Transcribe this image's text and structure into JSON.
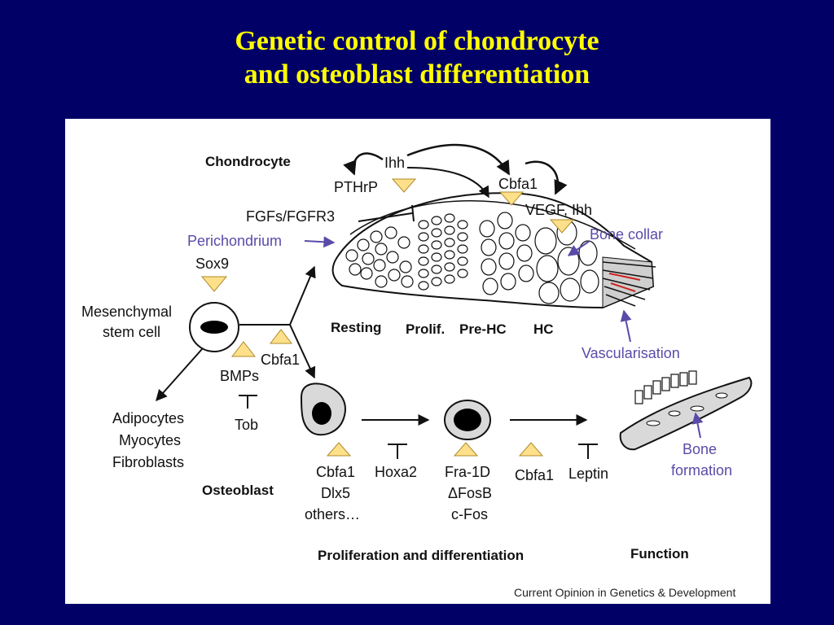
{
  "title": {
    "line1": "Genetic control of chondrocyte",
    "line2": "and osteoblast differentiation"
  },
  "diagram": {
    "lineages": {
      "chondrocyte": "Chondrocyte",
      "osteoblast": "Osteoblast"
    },
    "stem_cell": {
      "line1": "Mesenchymal",
      "line2": "stem cell"
    },
    "other_fates": [
      "Adipocytes",
      "Myocytes",
      "Fibroblasts"
    ],
    "regulators": {
      "sox9": "Sox9",
      "bmps": "BMPs",
      "cbfa1_branch": "Cbfa1",
      "tob": "Tob",
      "pthrp": "PTHrP",
      "ihh": "Ihh",
      "cbfa1_chondro": "Cbfa1",
      "vegf_ihh": "VEGF, Ihh",
      "fgfs": "FGFs/FGFR3",
      "cbfa1_osteo_list": [
        "Cbfa1",
        "Dlx5",
        "others…"
      ],
      "hoxa2": "Hoxa2",
      "fos_list": [
        "Fra-1D",
        "ΔFosB",
        "c-Fos"
      ],
      "cbfa1_osteo2": "Cbfa1",
      "leptin": "Leptin"
    },
    "structures": {
      "perichondrium": "Perichondrium",
      "bone_collar": "Bone collar",
      "vascularisation": "Vascularisation",
      "bone_formation": {
        "line1": "Bone",
        "line2": "formation"
      }
    },
    "growth_plate_zones": [
      "Resting",
      "Prolif.",
      "Pre-HC",
      "HC"
    ],
    "footer": {
      "proliferation": "Proliferation and differentiation",
      "function": "Function"
    },
    "credit": "Current Opinion in Genetics & Development",
    "colors": {
      "background": "#000066",
      "title": "#ffff00",
      "triangle": "#ffe08a",
      "annotation": "#5b4aa8",
      "cell_fill": "#d9d9d9",
      "vessel": "#cc2222"
    }
  }
}
